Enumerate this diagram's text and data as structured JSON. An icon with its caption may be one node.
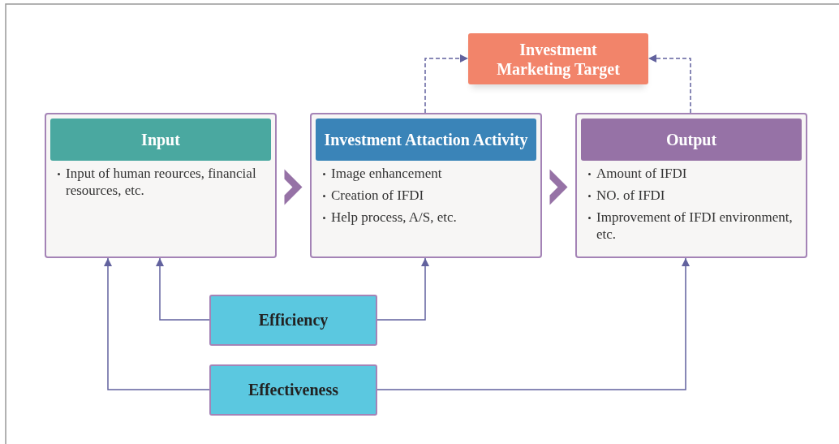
{
  "diagram": {
    "nodes": [
      {
        "text": [
          "Investment Marketing Target"
        ]
      },
      {
        "text": [
          "Input",
          "Input of human reources, financial resources, etc."
        ]
      },
      {
        "text": [
          "Investment Attaction Activity",
          "Image enhancement",
          "Creation of IFDI",
          "Help process, A/S, etc."
        ]
      },
      {
        "text": [
          "Output",
          "Amount of IFDI",
          "NO. of IFDI",
          "Improvement of IFDI environment, etc."
        ]
      },
      {
        "text": [
          "Efficiency"
        ]
      },
      {
        "text": [
          "Effectiveness"
        ]
      }
    ],
    "edges": [
      {
        "from": 2,
        "to": 0,
        "arrow": "to",
        "style": "dashed"
      },
      {
        "from": 3,
        "to": 0,
        "arrow": "to",
        "style": "dashed"
      },
      {
        "from": 1,
        "to": 2,
        "arrow": "to",
        "style": "thick",
        "color": "#9672a6"
      },
      {
        "from": 2,
        "to": 3,
        "arrow": "to",
        "style": "thick",
        "color": "#9672a6"
      },
      {
        "from": 4,
        "to": 1,
        "arrow": "to"
      },
      {
        "from": 4,
        "to": 2,
        "arrow": "to"
      },
      {
        "from": 5,
        "to": 1,
        "arrow": "to"
      },
      {
        "from": 5,
        "to": 3,
        "arrow": "to"
      }
    ]
  }
}
